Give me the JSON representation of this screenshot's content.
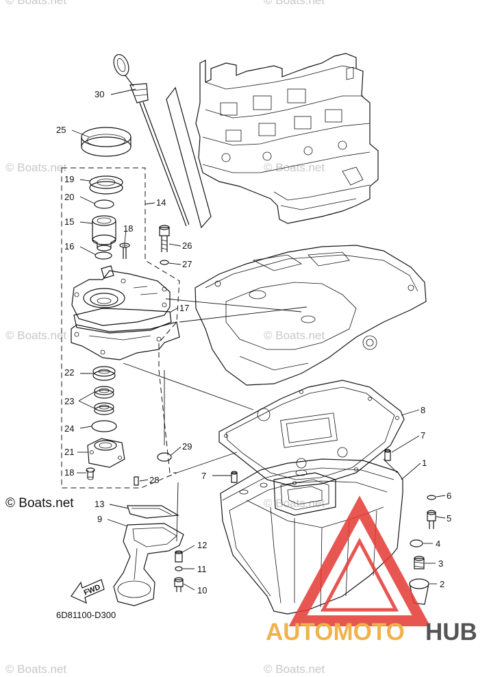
{
  "watermarks": {
    "text": "© Boats.net",
    "prominent": "© Boats.net"
  },
  "diagram_code": "6D81100-D300",
  "fwd_label": "FWD",
  "brand": {
    "part1": "AUTOMOTO",
    "part2": "HUB",
    "color1": "#f0b24a",
    "color2": "#555555",
    "triangle_color": "#e53935"
  },
  "callouts": [
    "30",
    "25",
    "19",
    "20",
    "14",
    "15",
    "18",
    "16",
    "26",
    "27",
    "17",
    "22",
    "23",
    "24",
    "29",
    "21",
    "18",
    "28",
    "8",
    "7",
    "1",
    "7",
    "13",
    "9",
    "6",
    "5",
    "12",
    "4",
    "11",
    "3",
    "2",
    "10"
  ]
}
